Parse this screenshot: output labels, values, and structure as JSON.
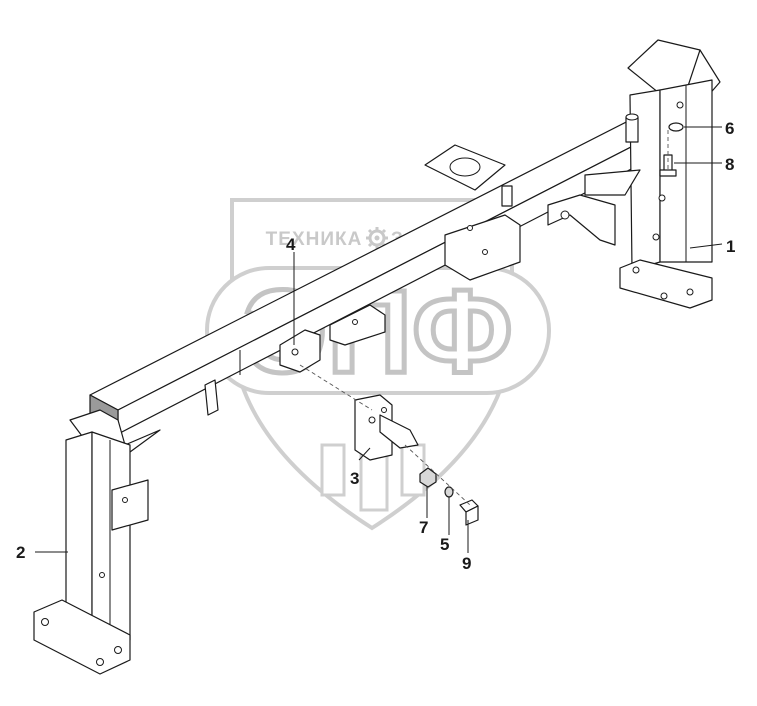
{
  "watermark": {
    "top_text_left": "ТЕХНИКА",
    "top_text_right": "ЗАПЧАСТИ",
    "big_text": "ЭПФ",
    "gear_icon": "gear-icon"
  },
  "callouts": [
    {
      "label": "1"
    },
    {
      "label": "2"
    },
    {
      "label": "3"
    },
    {
      "label": "4"
    },
    {
      "label": "5"
    },
    {
      "label": "6"
    },
    {
      "label": "7"
    },
    {
      "label": "8"
    },
    {
      "label": "9"
    }
  ]
}
